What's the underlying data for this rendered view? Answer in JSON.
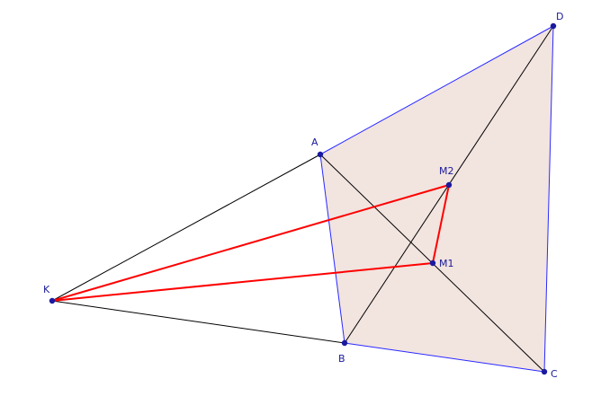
{
  "figure": {
    "points": {
      "A": "A",
      "B": "B",
      "C": "C",
      "D": "D",
      "K": "K",
      "M1": "M1",
      "M2": "M2"
    },
    "colors": {
      "quad_fill": "#f2e4df",
      "quad_edge": "#2a2aff",
      "black_lines": "#000000",
      "red_lines": "#ff0000",
      "point": "#1a1aa0",
      "label": "#1a1a9a"
    }
  }
}
